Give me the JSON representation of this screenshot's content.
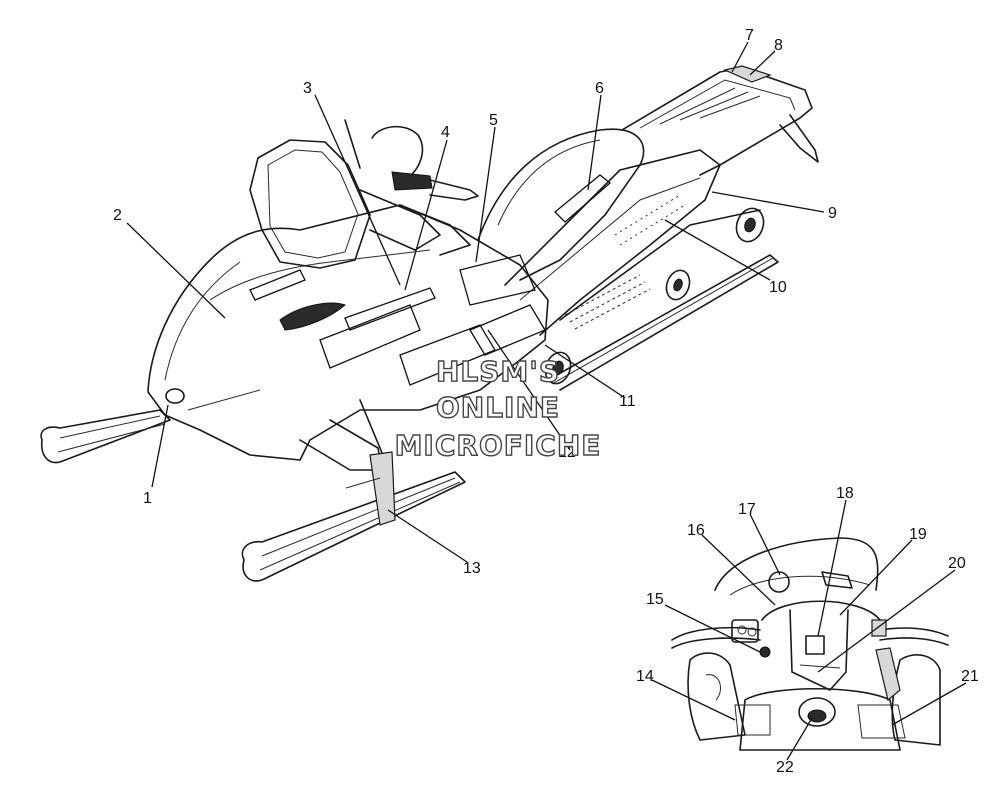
{
  "callouts": [
    "1",
    "2",
    "3",
    "4",
    "5",
    "6",
    "7",
    "8",
    "9",
    "10",
    "11",
    "12",
    "13",
    "14",
    "15",
    "16",
    "17",
    "18",
    "19",
    "20",
    "21",
    "22"
  ],
  "watermark": {
    "line1": "HLSM'S",
    "line2": "ONLINE",
    "line3": "MICROFICHE"
  }
}
